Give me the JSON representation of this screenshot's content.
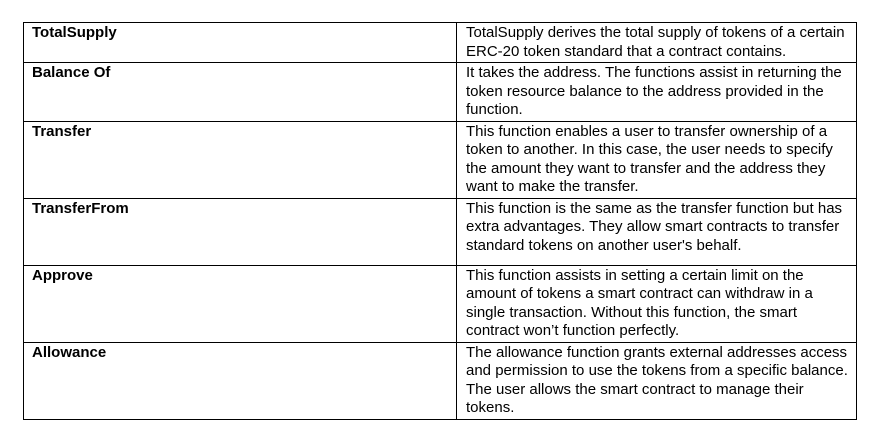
{
  "table": {
    "rows": [
      {
        "name": "TotalSupply",
        "description": "TotalSupply derives the total supply of tokens of a certain ERC-20 token standard that a contract contains."
      },
      {
        "name": "Balance Of",
        "description": "It takes the address. The functions assist in returning the token resource balance to the address provided in the function."
      },
      {
        "name": "Transfer",
        "description": "This function enables a user to transfer ownership of a token to another. In this case, the user needs to specify the amount they want to transfer and the address they want to make the transfer."
      },
      {
        "name": "TransferFrom",
        "description": "This function is the same as the transfer function but has extra advantages. They allow smart contracts to transfer standard tokens on another user's behalf."
      },
      {
        "name": "Approve",
        "description": "This function assists in setting a certain limit on the amount of tokens a smart contract can withdraw in a single transaction. Without this function, the smart contract won’t function perfectly."
      },
      {
        "name": "Allowance",
        "description": "The allowance function grants external addresses access and permission to use the tokens from a specific balance. The user allows the smart contract to manage their tokens."
      }
    ]
  }
}
